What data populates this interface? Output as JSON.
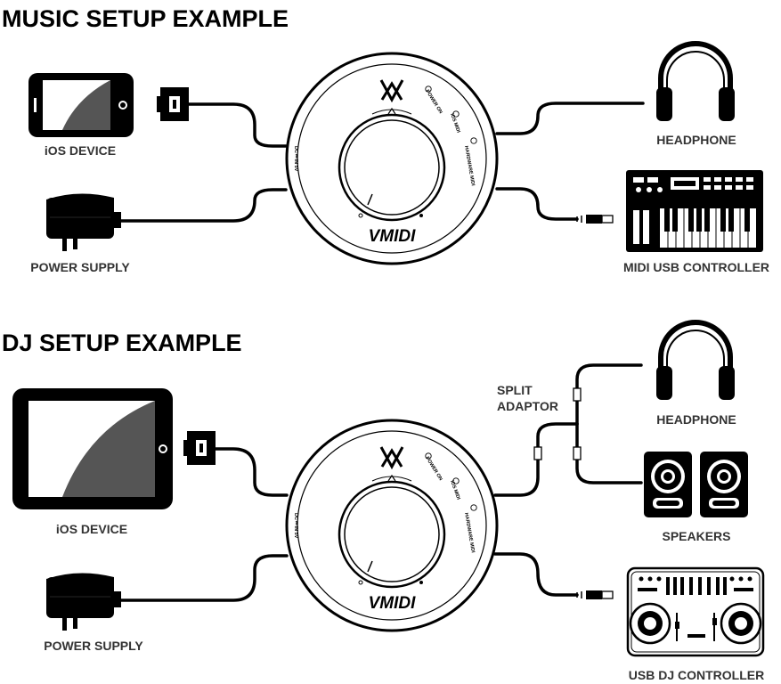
{
  "sections": {
    "music": {
      "title": "MUSIC SETUP EXAMPLE",
      "ios_label": "iOS DEVICE",
      "power_label": "POWER SUPPLY",
      "headphone_label": "HEADPHONE",
      "controller_label": "MIDI USB CONTROLLER"
    },
    "dj": {
      "title": "DJ SETUP EXAMPLE",
      "ios_label": "iOS DEVICE",
      "power_label": "POWER SUPPLY",
      "split_label_line1": "SPLIT",
      "split_label_line2": "ADAPTOR",
      "headphone_label": "HEADPHONE",
      "speakers_label": "SPEAKERS",
      "controller_label": "USB DJ CONTROLLER"
    }
  },
  "device": {
    "brand": "VMIDI",
    "indicator_power": "POWER ON",
    "indicator_ios": "iOS MIDI",
    "indicator_hardware": "HARDWARE MIDI",
    "side_port_text": "DC ⎓ IN 5V"
  }
}
